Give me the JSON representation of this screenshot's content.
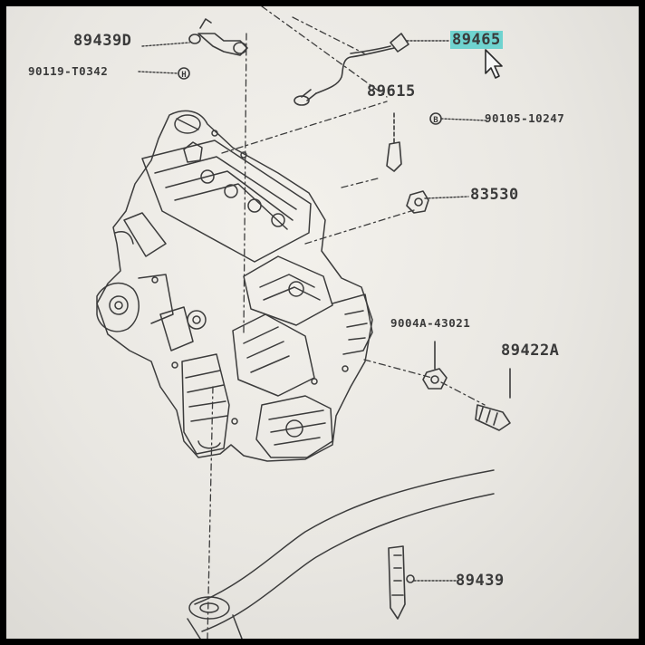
{
  "labels": {
    "p89439D": "89439D",
    "p90119": "90119-T0342",
    "p89465": "89465",
    "p89615": "89615",
    "p90105": "90105-10247",
    "p83530": "83530",
    "p9004a": "9004A-43021",
    "p89422a": "89422A",
    "p89439": "89439"
  },
  "callouts": {
    "h": "H",
    "b": "B"
  },
  "highlight_color": "#6fd3cf",
  "cursor_icon": "arrow-pointer"
}
